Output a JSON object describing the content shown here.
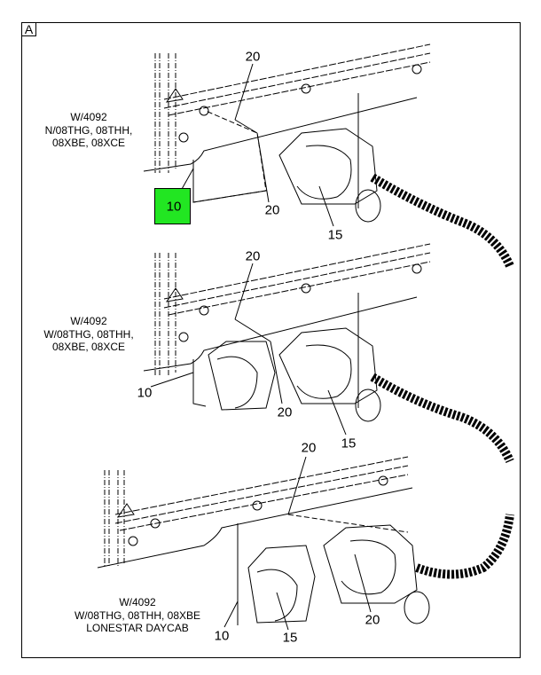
{
  "figure_tag": "A",
  "highlight_color": "#22e622",
  "panels": [
    {
      "note": [
        "W/4092",
        "N/08THG, 08THH,",
        "08XBE, 08XCE"
      ],
      "callouts": [
        "20",
        "10",
        "20",
        "15"
      ]
    },
    {
      "note": [
        "W/4092",
        "W/08THG, 08THH,",
        "08XBE, 08XCE"
      ],
      "callouts": [
        "20",
        "10",
        "20",
        "15"
      ]
    },
    {
      "note": [
        "W/4092",
        "W/08THG, 08THH, 08XBE",
        "LONESTAR DAYCAB"
      ],
      "callouts": [
        "20",
        "10",
        "15",
        "20"
      ]
    }
  ]
}
